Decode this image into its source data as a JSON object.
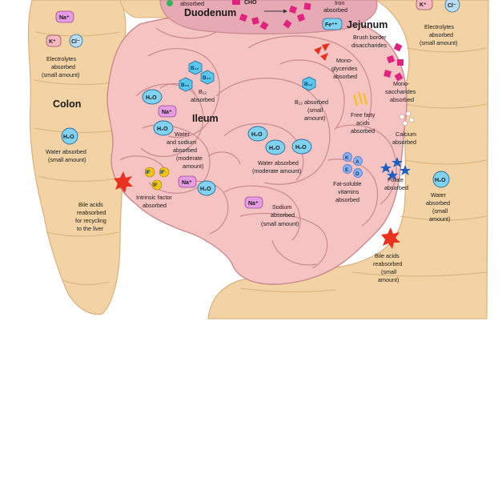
{
  "regions": {
    "duodenum": "Duodenum",
    "jejunum": "Jejunum",
    "ileum": "Ileum",
    "colon": "Colon"
  },
  "molecules": {
    "na": "Na⁺",
    "k": "K⁺",
    "cl": "Cl⁻",
    "h2o": "H₂O",
    "fe": "Fe⁺⁺",
    "b12": "B₁₂",
    "if": "IF",
    "k_vit": "K",
    "a_vit": "A",
    "e_vit": "E",
    "d_vit": "D",
    "cho": "CHO"
  },
  "labels": {
    "top_absorbed": "absorbed",
    "iron_1": "Iron",
    "iron_2": "absorbed",
    "brush_1": "Brush border",
    "brush_2": "disaccharides",
    "mono_gly": [
      "Mono-",
      "glycerides",
      "absorbed"
    ],
    "mono_sacc": [
      "Mono-",
      "saccharides",
      "absorbed"
    ],
    "b12_abs": [
      "B₁₂",
      "absorbed"
    ],
    "b12_small": [
      "B₁₂ absorbed",
      "(small",
      "amount)"
    ],
    "free_fatty": [
      "Free fatty",
      "acids",
      "absorbed"
    ],
    "calcium": [
      "Calcium",
      "absorbed"
    ],
    "folate": [
      "Folate",
      "absorbed"
    ],
    "fat_soluble": [
      "Fat-soluble",
      "vitamins",
      "absorbed"
    ],
    "water_mod_center": [
      "Water absorbed",
      "(moderate amount)"
    ],
    "water_sodium": [
      "Water",
      "and sodium",
      "absorbed",
      "(moderate",
      "amount)"
    ],
    "intrinsic": [
      "Intrinsic factor",
      "absorbed"
    ],
    "sodium_small": [
      "Sodium",
      "absorbed",
      "(small amount)"
    ],
    "bile_left": [
      "Bile acids",
      "reabsorbed",
      "for recycling",
      "to the liver"
    ],
    "bile_right": [
      "Bile acids",
      "reabsorbed",
      "(small",
      "amount)"
    ],
    "electrolytes_left": [
      "Electrolytes",
      "absorbed",
      "(small amount)"
    ],
    "electrolytes_right": [
      "Electrolytes",
      "absorbed",
      "(small amount)"
    ],
    "water_left": [
      "Water absorbed",
      "(small amount)"
    ],
    "water_right": [
      "Water",
      "absorbed",
      "(small",
      "amount)"
    ]
  },
  "colors": {
    "colon": "#f3d3a4",
    "colon_edge": "#d8b27e",
    "intestine": "#f6c3c3",
    "intestine_edge": "#c98a8e",
    "duodenum": "#e7a9b4",
    "water_mol": "#7fd3f0",
    "b12_mol": "#5bc6ec",
    "na_mol": "#e79be2",
    "electrolyte_mol": "#f5b9c4",
    "monosaccharide": "#e0237f",
    "fatty_acid": "#f2c417",
    "folate": "#1d5fc0",
    "bile_acid": "#e8321e",
    "fat_vitamin": "#3c6fd6"
  }
}
